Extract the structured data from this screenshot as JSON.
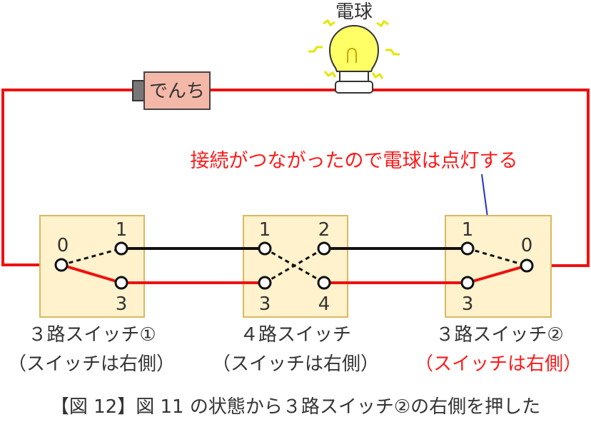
{
  "bulb": {
    "label": "電球"
  },
  "battery": {
    "label": "でんち"
  },
  "annotation": {
    "text": "接続がつながったので電球は点灯する",
    "color": "#ff1a1a"
  },
  "switch1": {
    "name": "３路スイッチ①",
    "state": "（スイッチは右側）",
    "terminals": {
      "t0": "0",
      "t1": "1",
      "t3": "3"
    }
  },
  "switch4": {
    "name": "４路スイッチ",
    "state": "（スイッチは右側）",
    "terminals": {
      "t1": "1",
      "t2": "2",
      "t3": "3",
      "t4": "4"
    }
  },
  "switch2": {
    "name": "３路スイッチ②",
    "state": "（スイッチは右側）",
    "state_color": "#ff1a1a",
    "terminals": {
      "t0": "0",
      "t1": "1",
      "t3": "3"
    }
  },
  "caption": "【図 12】図 11 の状態から３路スイッチ②の右側を押した",
  "colors": {
    "circuit": "#ee1111",
    "wire_black": "#111111",
    "box_fill": "#fff2cc",
    "box_stroke": "#d9b860",
    "battery_fill": "#f4b8a8",
    "bulb_fill": "#ffff66"
  }
}
